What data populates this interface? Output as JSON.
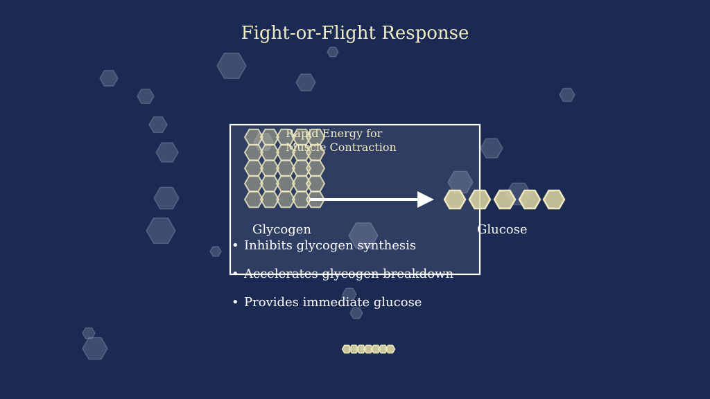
{
  "slide": {
    "title": "Fight-or-Flight Response",
    "box_caption_line1": "Rapid Energy for",
    "box_caption_line2": "Muscle Contraction",
    "left_label": "Glycogen",
    "right_label": "Glucose",
    "bullets": [
      "Inhibits glycogen synthesis",
      "Accelerates glycogen breakdown",
      "Provides immediate glucose"
    ]
  },
  "colors": {
    "background": "#1a2a52",
    "title": "#f2ecc4",
    "hexagon_fill": "#ddd6a4",
    "hexagon_stroke": "#efe9bf",
    "background_hexagon": "#6c7895",
    "box_outline": "#ffffff",
    "arrow": "#ffffff",
    "body_text": "#ffffff"
  }
}
